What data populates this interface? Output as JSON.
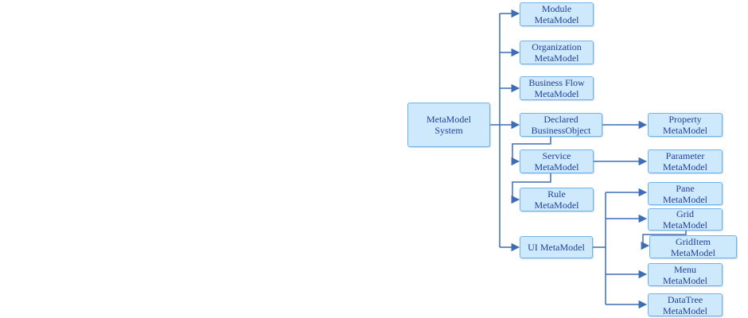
{
  "diagram": {
    "root": {
      "line1": "MetaModel",
      "line2": "System"
    },
    "module": {
      "line1": "Module",
      "line2": "MetaModel"
    },
    "organization": {
      "line1": "Organization",
      "line2": "MetaModel"
    },
    "business_flow": {
      "line1": "Business Flow",
      "line2": "MetaModel"
    },
    "declared_bo": {
      "line1": "Declared",
      "line2": "BusinessObject"
    },
    "service": {
      "line1": "Service",
      "line2": "MetaModel"
    },
    "rule": {
      "line1": "Rule",
      "line2": "MetaModel"
    },
    "ui": {
      "line1": "UI MetaModel"
    },
    "property": {
      "line1": "Property",
      "line2": "MetaModel"
    },
    "parameter": {
      "line1": "Parameter",
      "line2": "MetaModel"
    },
    "pane": {
      "line1": "Pane",
      "line2": "MetaModel"
    },
    "grid": {
      "line1": "Grid",
      "line2": "MetaModel"
    },
    "grid_item": {
      "line1": "GridItem",
      "line2": "MetaModel"
    },
    "menu": {
      "line1": "Menu",
      "line2": "MetaModel"
    },
    "datatree": {
      "line1": "DataTree",
      "line2": "MetaModel"
    }
  },
  "colors": {
    "box_fill": "#cde9fb",
    "box_border": "#6fb3e8",
    "text": "#1f3fa0",
    "connector": "#3d6eb5"
  }
}
